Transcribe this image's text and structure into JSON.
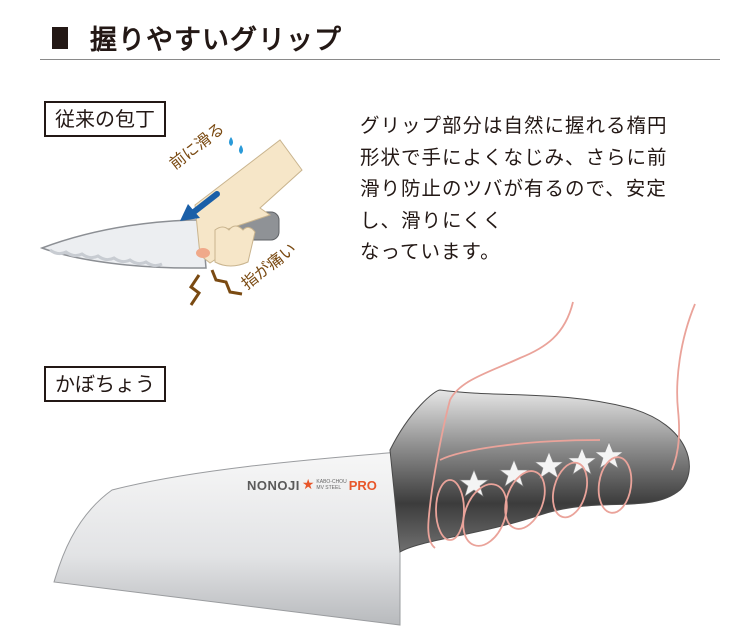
{
  "heading": {
    "title": "握りやすいグリップ"
  },
  "labels": {
    "traditional": "従来の包丁",
    "kabocho": "かぼちょう"
  },
  "annotations": {
    "slides_forward": "前に滑る",
    "finger_hurts": "指が痛い"
  },
  "description": {
    "lines": [
      "グリップ部分は自然に握れる楕円",
      "形状で手によくなじみ、さらに前",
      "滑り防止のツバが有るので、安定",
      "し、滑りにくく",
      "なっています。"
    ]
  },
  "brand": {
    "name": "NONOJI",
    "sub_line1": "KABO-CHOU",
    "sub_line2": "MV STEEL",
    "suffix": "PRO"
  },
  "colors": {
    "text": "#231815",
    "rule": "#8a8a8a",
    "arrow": "#1a5fa8",
    "annotation": "#7a4a12",
    "hand_outline": "#eaa39a",
    "brand_accent": "#e8562a"
  }
}
